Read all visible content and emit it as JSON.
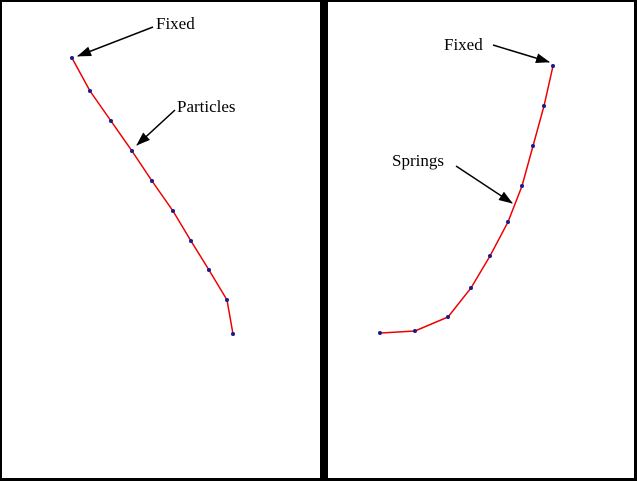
{
  "panels": [
    {
      "id": "left",
      "labels": {
        "fixed": "Fixed",
        "particles": "Particles"
      }
    },
    {
      "id": "right",
      "labels": {
        "fixed": "Fixed",
        "springs": "Springs"
      }
    }
  ],
  "colors": {
    "spring": "#ee0000",
    "particle": "#1a1a8c",
    "arrow": "#000000",
    "divider": "#000000",
    "background": "#ffffff"
  }
}
